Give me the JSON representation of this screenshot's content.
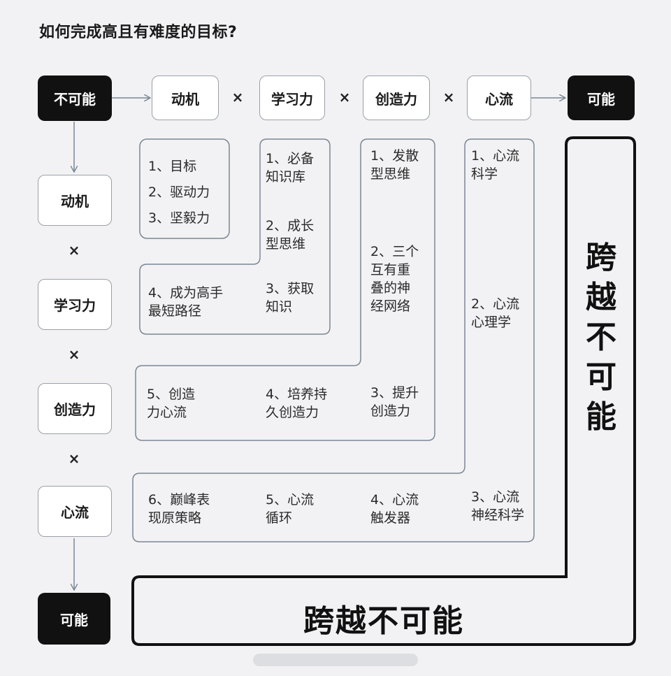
{
  "title": "如何完成高且有难度的目标?",
  "top_row": {
    "start": "不可能",
    "items": [
      "动机",
      "学习力",
      "创造力",
      "心流"
    ],
    "operator": "×",
    "end": "可能"
  },
  "left_column": {
    "items": [
      "动机",
      "学习力",
      "创造力",
      "心流"
    ],
    "operator": "×",
    "end": "可能"
  },
  "details": {
    "motivation": [
      "1、目标",
      "2、驱动力",
      "3、坚毅力"
    ],
    "learning": [
      "1、必备\n知识库",
      "2、成长\n型思维",
      "3、获取\n知识",
      "4、成为高手\n最短路径"
    ],
    "creativity": [
      "1、发散\n型思维",
      "2、三个\n互有重\n叠的神\n经网络",
      "3、提升\n创造力",
      "4、培养持\n久创造力",
      "5、创造\n力心流"
    ],
    "flow": [
      "1、心流\n科学",
      "2、心流\n心理学",
      "3、心流\n神经科学",
      "4、心流\n触发器",
      "5、心流\n循环",
      "6、巅峰表\n现原策略"
    ]
  },
  "slogan": "跨越不可能"
}
